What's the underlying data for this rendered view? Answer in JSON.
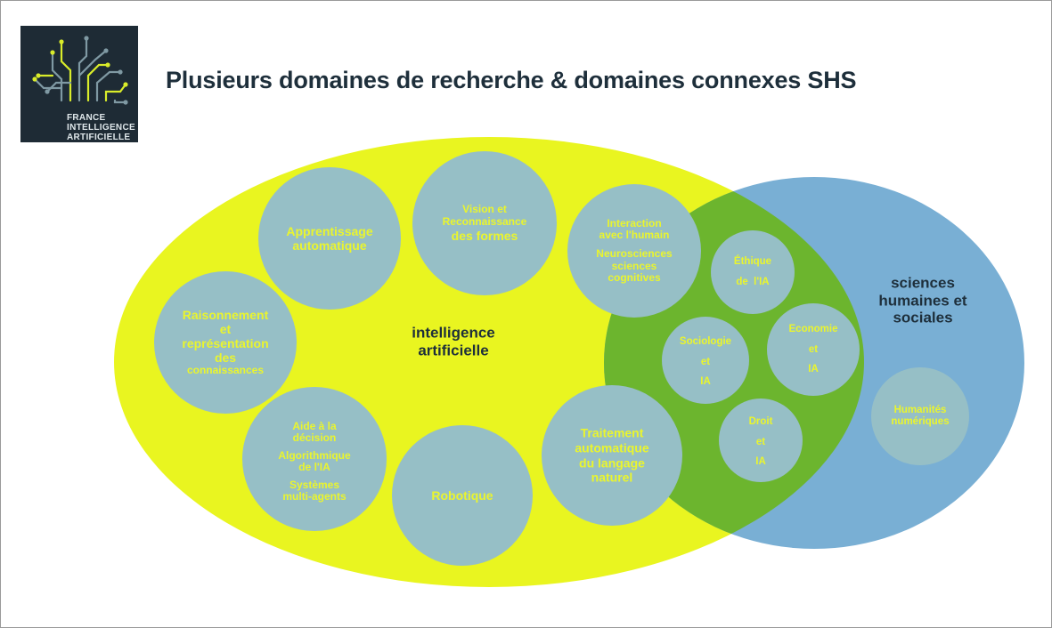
{
  "title": "Plusieurs domaines de recherche & domaines connexes SHS",
  "logo": {
    "line1": "FRANCE",
    "line2": "INTELLIGENCE",
    "line3": "ARTIFICIELLE"
  },
  "colors": {
    "ai_ellipse": "#e9f520",
    "shs_ellipse": "#79afd4",
    "overlap": "#6cb52e",
    "bubble": "#96bfc6",
    "bubble_text": "#eaf52d",
    "title": "#1e2f3b"
  },
  "sets": {
    "ai": {
      "line1": "intelligence",
      "line2": "artificielle"
    },
    "shs": {
      "line1": "sciences",
      "line2": "humaines et",
      "line3": "sociales"
    }
  },
  "bubbles": {
    "apprentissage": {
      "line1": "Apprentissage",
      "line2": "automatique"
    },
    "vision": {
      "line1": "Vision et",
      "line2": "Reconnaissance",
      "line3": "des formes"
    },
    "interaction": {
      "line1": "Interaction",
      "line2": "avec l'humain",
      "line3": "Neurosciences",
      "line4": "sciences",
      "line5": "cognitives"
    },
    "raisonnement": {
      "line1": "Raisonnement",
      "line2": "et",
      "line3": "représentation",
      "line4": "des",
      "line5": "connaissances"
    },
    "aide": {
      "line1": "Aide à la",
      "line2": "décision",
      "line3": "Algorithmique",
      "line4": "de l'IA",
      "line5": "Systèmes",
      "line6": "multi-agents"
    },
    "robotique": {
      "line1": "Robotique"
    },
    "traitement": {
      "line1": "Traitement",
      "line2": "automatique",
      "line3": "du langage",
      "line4": "naturel"
    },
    "ethique": {
      "line1": "Éthique",
      "line2": "de  l'IA"
    },
    "economie": {
      "line1": "Economie",
      "line2": "et",
      "line3": "IA"
    },
    "sociologie": {
      "line1": "Sociologie",
      "line2": "et",
      "line3": "IA"
    },
    "droit": {
      "line1": "Droit",
      "line2": "et",
      "line3": "IA"
    },
    "humanites": {
      "line1": "Humanités",
      "line2": "numériques"
    }
  }
}
